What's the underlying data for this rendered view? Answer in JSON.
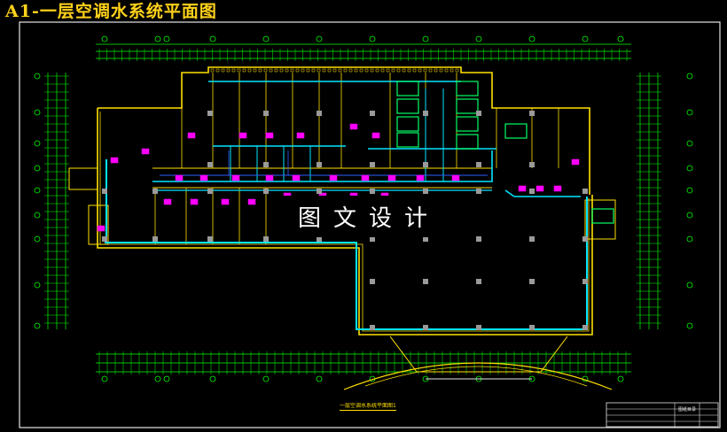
{
  "title": "A1-一层空调水系统平面图",
  "watermark": "图文设计",
  "plan_caption": "一层空调水系统平面图1:100",
  "title_block": {
    "label": "图纸目录"
  },
  "colors": {
    "background": "#000000",
    "title": "#ffd21a",
    "frame": "#e6e6e6",
    "walls": "#ffe000",
    "chilled_water_pipe": "#00e5ff",
    "condensate_pipe": "#3060ff",
    "equipment": "#ff00ff",
    "room_equipment_green": "#00ff66",
    "dimension_lines": "#00ff00",
    "columns": "#9a9a9a"
  }
}
